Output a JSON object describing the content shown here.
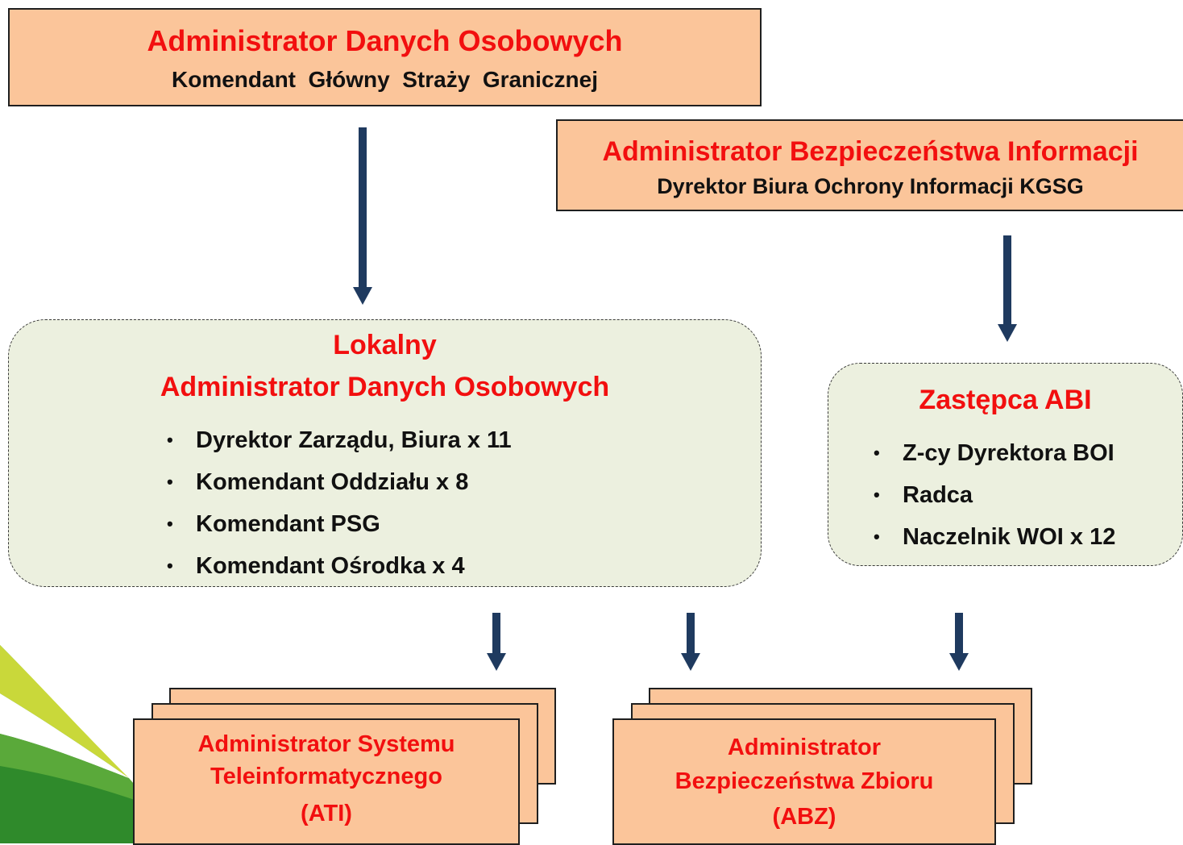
{
  "adod": {
    "title": "Administrator Danych Osobowych",
    "subtitle": "Komendant  Główny  Straży  Granicznej"
  },
  "abi": {
    "title": "Administrator Bezpieczeństwa Informacji",
    "subtitle": "Dyrektor Biura Ochrony Informacji KGSG"
  },
  "lado": {
    "title_line1": "Lokalny",
    "title_line2": "Administrator Danych Osobowych",
    "items": [
      "Dyrektor Zarządu, Biura x 11",
      "Komendant Oddziału x 8",
      "Komendant PSG",
      "Komendant Ośrodka x 4"
    ]
  },
  "zastepca": {
    "title": "Zastępca ABI",
    "items": [
      "Z-cy Dyrektora BOI",
      "Radca",
      "Naczelnik WOI x 12"
    ]
  },
  "ati": {
    "line1": "Administrator Systemu",
    "line2": "Teleinformatycznego",
    "line3": "(ATI)"
  },
  "abz": {
    "line1": "Administrator",
    "line2": "Bezpieczeństwa Zbioru",
    "line3": "(ABZ)"
  },
  "bullet_symbol": "•",
  "colors": {
    "box_fill": "#fbc59a",
    "rounded_fill": "#ecf0df",
    "title_red": "#f20f0f",
    "arrow_navy": "#1f3a5f"
  }
}
